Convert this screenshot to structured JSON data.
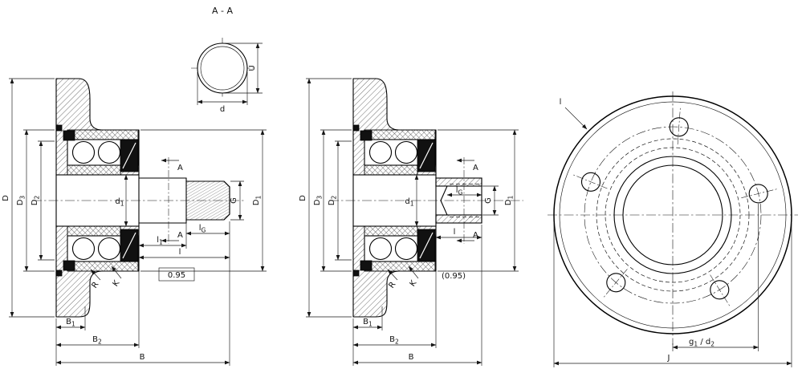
{
  "drawing": {
    "title": "A - A",
    "detail": {
      "U": "U",
      "d": "d"
    },
    "v1": {
      "D": "D",
      "D3m": "D",
      "D3s": "3",
      "D2m": "D",
      "D2s": "2",
      "d1m": "d",
      "d1s": "1",
      "G": "G",
      "D1m": "D",
      "D1s": "1",
      "A_top": "A",
      "A_bot": "A",
      "l1m": "l",
      "l1s": "1",
      "lGm": "l",
      "lGs": "G",
      "l": "l",
      "tol": "0.95",
      "R": "R",
      "K": "K",
      "B1m": "B",
      "B1s": "1",
      "B2m": "B",
      "B2s": "2",
      "B": "B"
    },
    "v2": {
      "D": "D",
      "D3m": "D",
      "D3s": "3",
      "D2m": "D",
      "D2s": "2",
      "d1m": "d",
      "d1s": "1",
      "lGm": "l",
      "lGs": "G",
      "G": "G",
      "D1m": "D",
      "D1s": "1",
      "A_top": "A",
      "A_bot": "A",
      "l": "l",
      "tol": "(0.95)",
      "R": "R",
      "K": "K",
      "B1m": "B",
      "B1s": "1",
      "B2m": "B",
      "B2s": "2",
      "B": "B"
    },
    "v3": {
      "leader": "l",
      "g1m": "g",
      "g1s": "1",
      "g2m": " / d",
      "g2s": "2",
      "J": "J"
    }
  }
}
